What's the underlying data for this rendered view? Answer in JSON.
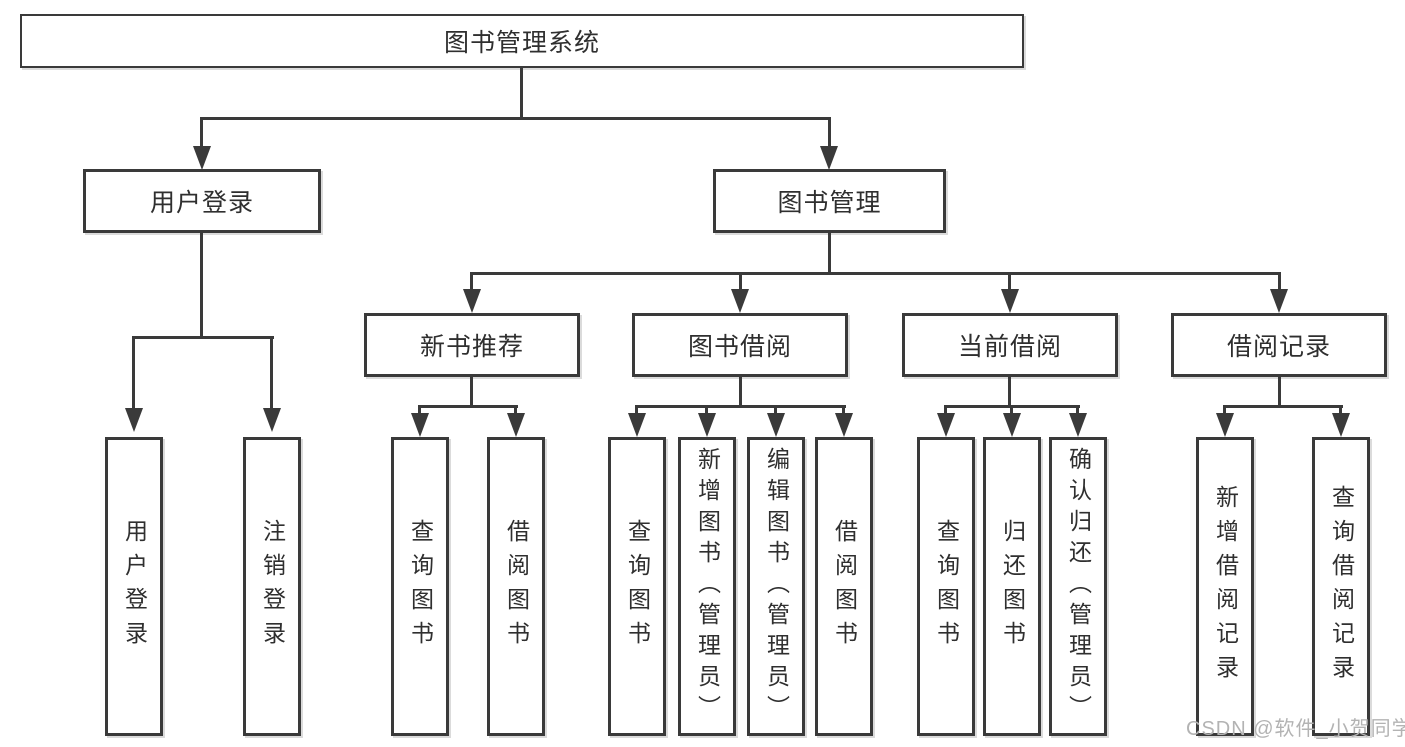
{
  "colors": {
    "line": "#3a3a3a",
    "box_border": "#3a3a3a",
    "text": "#2f2f2f",
    "watermark": "#b3b3b3",
    "background": "#ffffff"
  },
  "tree": {
    "root": {
      "label": "图书管理系统"
    },
    "children": [
      {
        "label": "用户登录",
        "children": [
          {
            "label": "用户登录"
          },
          {
            "label": "注销登录"
          }
        ]
      },
      {
        "label": "图书管理",
        "children": [
          {
            "label": "新书推荐",
            "children": [
              {
                "label": "查询图书"
              },
              {
                "label": "借阅图书"
              }
            ]
          },
          {
            "label": "图书借阅",
            "children": [
              {
                "label": "查询图书"
              },
              {
                "label": "新增图书（管理员）"
              },
              {
                "label": "编辑图书（管理员）"
              },
              {
                "label": "借阅图书"
              }
            ]
          },
          {
            "label": "当前借阅",
            "children": [
              {
                "label": "查询图书"
              },
              {
                "label": "归还图书"
              },
              {
                "label": "确认归还（管理员）"
              }
            ]
          },
          {
            "label": "借阅记录",
            "children": [
              {
                "label": "新增借阅记录"
              },
              {
                "label": "查询借阅记录"
              }
            ]
          }
        ]
      }
    ]
  },
  "watermark": {
    "text": "CSDN @软件_小贺同学"
  }
}
